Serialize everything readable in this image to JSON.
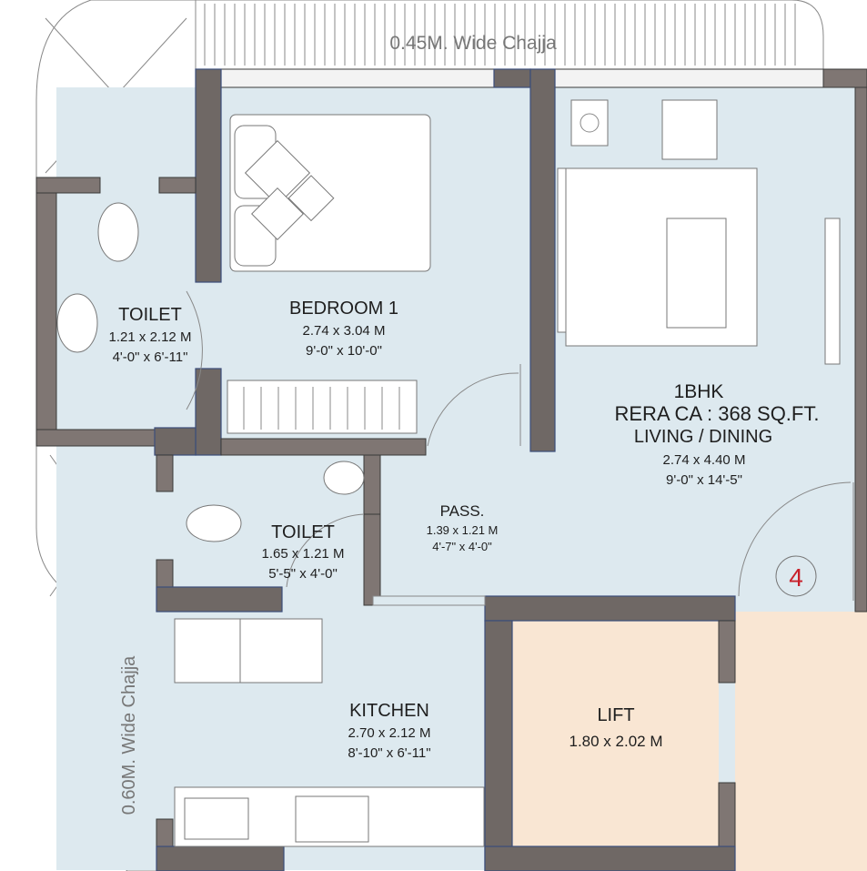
{
  "plan": {
    "chajja_top": "0.45M. Wide Chajja",
    "chajja_left": "0.60M. Wide Chajja",
    "unit_type": "1BHK",
    "rera": "RERA CA : 368 SQ.FT.",
    "unit_number": "4",
    "rooms": [
      {
        "name": "TOILET",
        "metric": "1.21 x 2.12 M",
        "imperial": "4'-0\" x 6'-11\""
      },
      {
        "name": "BEDROOM 1",
        "metric": "2.74 x 3.04 M",
        "imperial": "9'-0\" x 10'-0\""
      },
      {
        "name": "LIVING / DINING",
        "metric": "2.74 x 4.40 M",
        "imperial": "9'-0\" x 14'-5\""
      },
      {
        "name": "TOILET",
        "metric": "1.65 x 1.21 M",
        "imperial": "5'-5\" x 4'-0\""
      },
      {
        "name": "PASS.",
        "metric": "1.39 x 1.21 M",
        "imperial": "4'-7\" x 4'-0\""
      },
      {
        "name": "KITCHEN",
        "metric": "2.70 x 2.12 M",
        "imperial": "8'-10\" x 6'-11\""
      },
      {
        "name": "LIFT",
        "metric": "1.80 x 2.02 M"
      }
    ],
    "colors": {
      "room": "#dde9ef",
      "wall": "#7f7673",
      "lift": "#f9e6d3",
      "unit_number": "#c8202a"
    }
  }
}
